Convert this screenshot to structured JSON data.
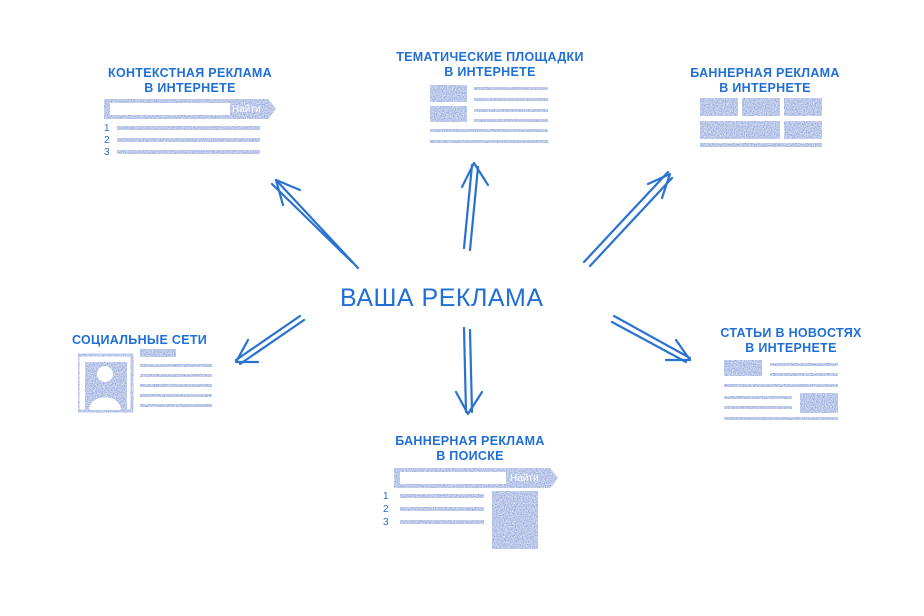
{
  "center_title": "ВАША РЕКЛАМА",
  "colors": {
    "accent": "#1f6fd6",
    "fill": "#2a72d0",
    "background": "#ffffff"
  },
  "nodes": {
    "context": {
      "line1": "КОНТЕКСТНАЯ РЕКЛАМА",
      "line2": "В ИНТЕРНЕТЕ",
      "search_button": "Найти",
      "numbers": [
        "1",
        "2",
        "3"
      ],
      "icon": "search-results-icon"
    },
    "thematic": {
      "line1": "ТЕМАТИЧЕСКИЕ ПЛОЩАДКИ",
      "line2": "В ИНТЕРНЕТЕ",
      "icon": "article-list-icon"
    },
    "banner_web": {
      "line1": "БАННЕРНАЯ РЕКЛАМА",
      "line2": "В ИНТЕРНЕТЕ",
      "icon": "banner-grid-icon"
    },
    "social": {
      "line1": "СОЦИАЛЬНЫЕ СЕТИ",
      "icon": "profile-card-icon"
    },
    "news": {
      "line1": "СТАТЬИ В НОВОСТЯХ",
      "line2": "В ИНТЕРНЕТЕ",
      "icon": "news-layout-icon"
    },
    "banner_search": {
      "line1": "БАННЕРНАЯ РЕКЛАМА",
      "line2": "В ПОИСКЕ",
      "search_button": "Найти",
      "numbers": [
        "1",
        "2",
        "3"
      ],
      "icon": "search-banner-icon"
    }
  }
}
